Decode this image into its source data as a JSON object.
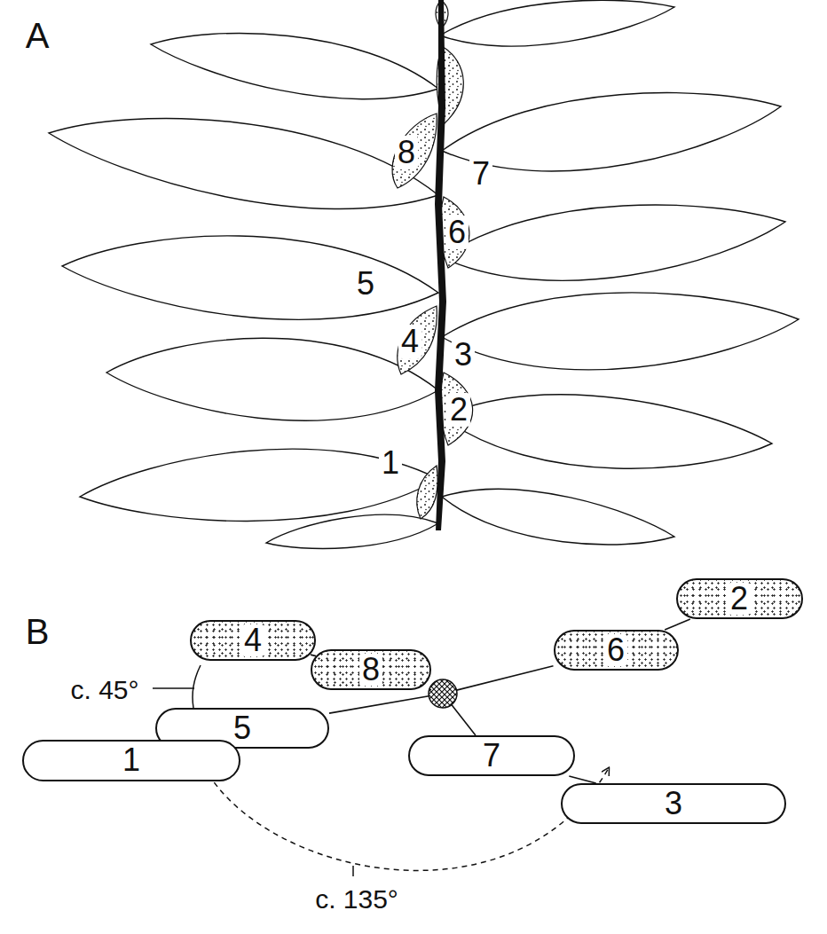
{
  "diagram": {
    "nodes": [
      {
        "text": [
          "4"
        ]
      },
      {
        "text": [
          "2"
        ]
      },
      {
        "text": [
          "8"
        ]
      },
      {
        "text": [
          "6"
        ]
      },
      {
        "text": [
          "5"
        ]
      },
      {
        "text": [
          "7"
        ]
      },
      {
        "text": [
          "1"
        ]
      },
      {
        "text": [
          "3"
        ]
      }
    ],
    "edges": [
      {
        "from": 6,
        "to": 4,
        "arrow": "none"
      },
      {
        "from": 0,
        "to": 2,
        "arrow": "none"
      },
      {
        "from": 1,
        "to": 3,
        "arrow": "none"
      },
      {
        "from": 7,
        "to": 5,
        "arrow": "none"
      }
    ],
    "labels": [
      "A",
      "8",
      "7",
      "6",
      "5",
      "4",
      "3",
      "2",
      "1",
      "B",
      "c. 45°",
      "c. 135°"
    ]
  }
}
